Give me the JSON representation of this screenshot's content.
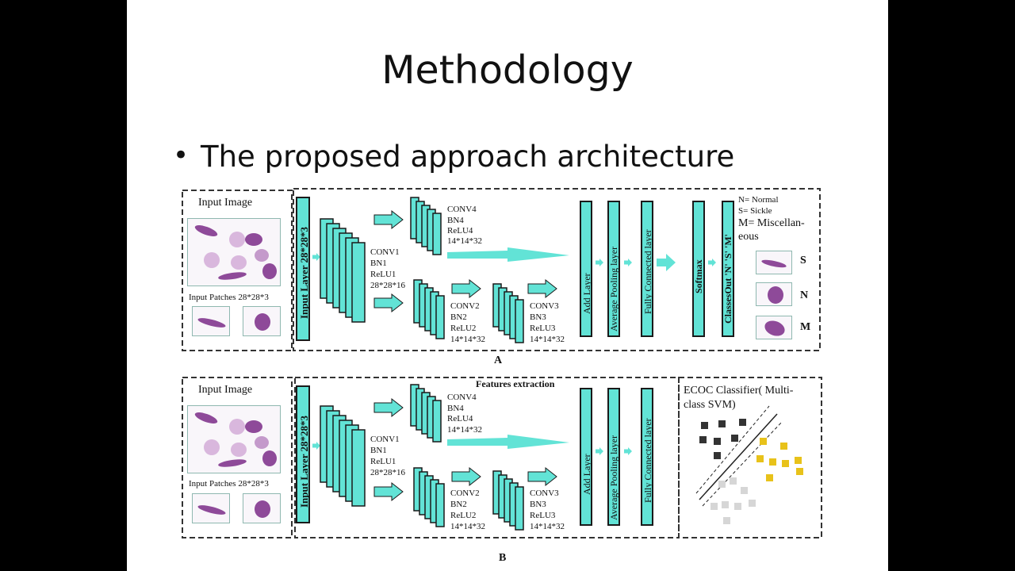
{
  "slide": {
    "title": "Methodology",
    "bullet": "The proposed approach architecture"
  },
  "colors": {
    "layer_fill": "#62e3d6",
    "arrow": "#62e3d6",
    "cell": "#9b59a8"
  },
  "panel_a": {
    "input_image_label": "Input Image",
    "input_patches_label": "Input Patches 28*28*3",
    "input_layer": "Input Layer 28*28*3",
    "conv1": [
      "CONV1",
      "BN1",
      "ReLU1",
      "28*28*16"
    ],
    "conv2": [
      "CONV2",
      "BN2",
      "ReLU2",
      "14*14*32"
    ],
    "conv3": [
      "CONV3",
      "BN3",
      "ReLU3",
      "14*14*32"
    ],
    "conv4": [
      "CONV4",
      "BN4",
      "ReLU4",
      "14*14*32"
    ],
    "add_layer": "Add Layer",
    "avg_pool": "Average Pooling layer",
    "fc": "Fully Connected layer",
    "softmax": "Softmax",
    "classes_out": "ClassesOut 'N' 'S' 'M'",
    "legend": [
      "N= Normal",
      "S= Sickle",
      "M= Miscellan-",
      "eous"
    ],
    "classes": [
      "S",
      "N",
      "M"
    ],
    "letter": "A"
  },
  "panel_b": {
    "input_image_label": "Input Image",
    "input_patches_label": "Input Patches 28*28*3",
    "input_layer": "Input Layer 28*28*3",
    "features_title": "Features extraction",
    "conv1": [
      "CONV1",
      "BN1",
      "ReLU1",
      "28*28*16"
    ],
    "conv2": [
      "CONV2",
      "BN2",
      "ReLU2",
      "14*14*32"
    ],
    "conv3": [
      "CONV3",
      "BN3",
      "ReLU3",
      "14*14*32"
    ],
    "conv4": [
      "CONV4",
      "BN4",
      "ReLU4",
      "14*14*32"
    ],
    "add_layer": "Add Layer",
    "avg_pool": "Average Pooling layer",
    "fc": "Fully Connected layer",
    "ecoc_label": [
      "ECOC Classifier( Multi-",
      "class SVM)"
    ],
    "letter": "B"
  }
}
